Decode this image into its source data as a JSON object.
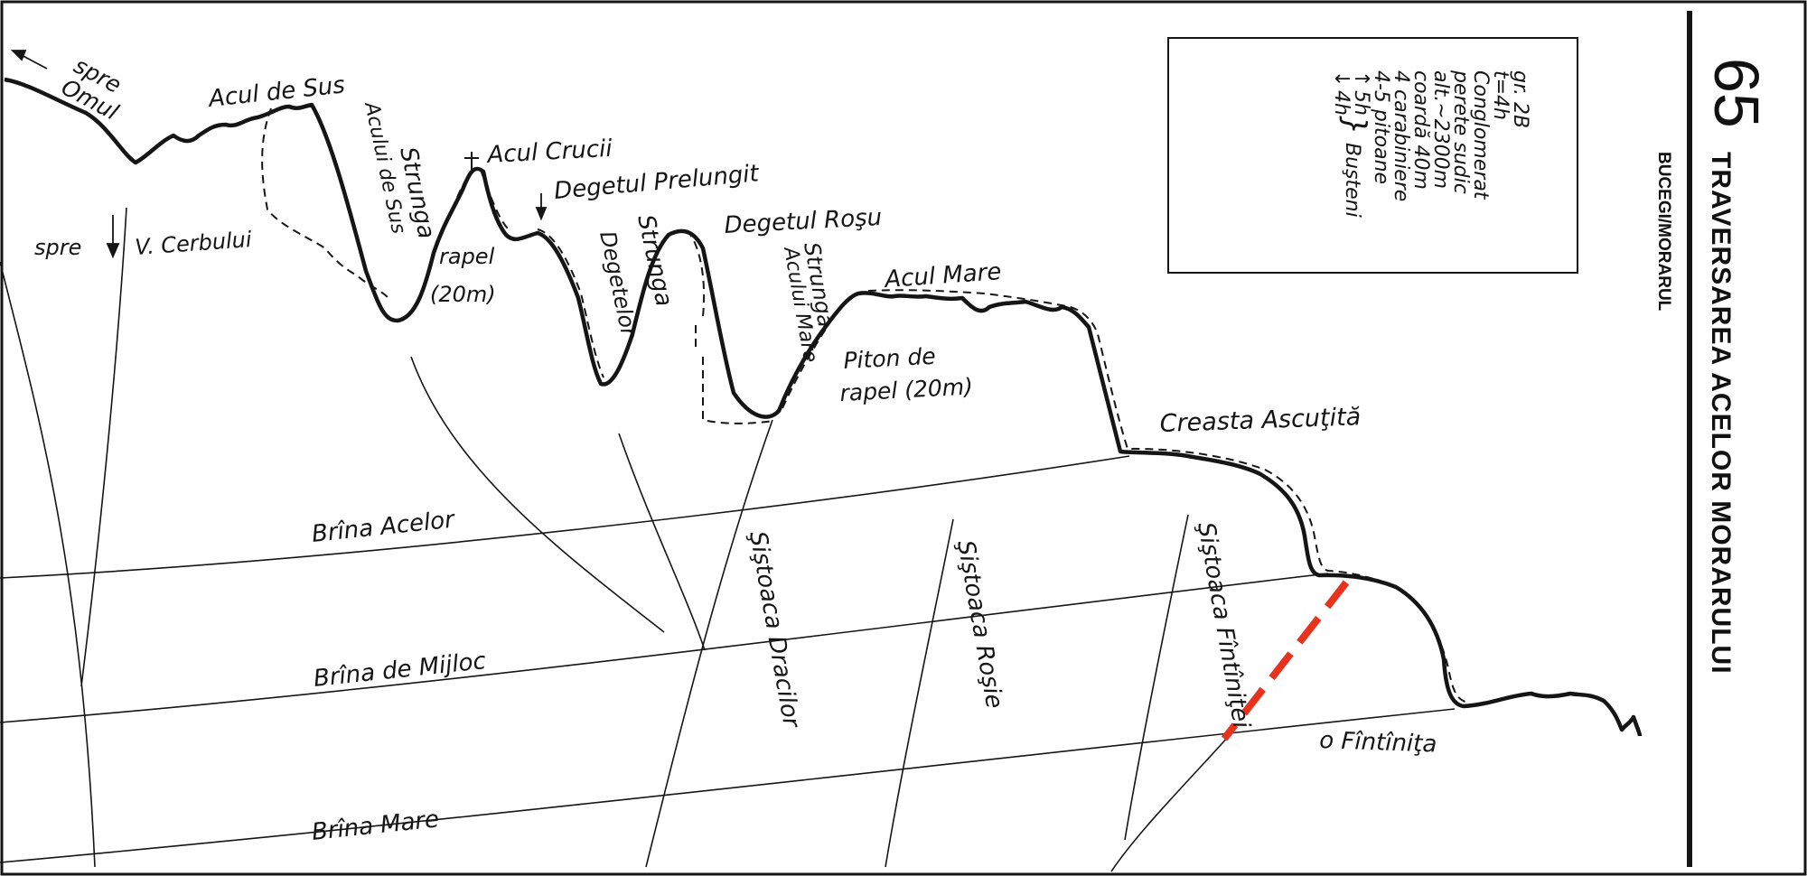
{
  "page": {
    "number": "65",
    "title": "TRAVERSAREA ACELOR MORARULUI",
    "subtitle": "BUCEGI/MORARUL"
  },
  "legend": {
    "lines": [
      "gr. 2B",
      "t=4h",
      "Conglomerat",
      "perete sudic",
      "alt.~2300m",
      "coardă 40m",
      "4 carabiniere",
      "4-5 pitoane",
      "5h",
      "4h",
      "Buşteni"
    ]
  },
  "labels": {
    "spre_omul_1": "spre",
    "spre_omul_2": "Omul",
    "acul_de_sus": "Acul de Sus",
    "strunga_sus_1": "Strunga",
    "strunga_sus_2": "Acului de Sus",
    "acul_crucii": "Acul Crucii",
    "degetul_prelungit": "Degetul Prelungit",
    "degetul_rosu": "Degetul Roşu",
    "spre_v_cerbului_1": "spre",
    "spre_v_cerbului_2": "V. Cerbului",
    "rapel_1": "rapel",
    "rapel_2": "(20m)",
    "strunga_deg_1": "Strunga",
    "strunga_deg_2": "Degetelor",
    "strunga_acm_1": "Strunga",
    "strunga_acm_2": "Acului Mare",
    "acul_mare": "Acul Mare",
    "piton_1": "Piton de",
    "piton_2": "rapel (20m)",
    "creasta": "Creasta Ascuţită",
    "brina_acelor": "Brîna Acelor",
    "brina_mijloc": "Brîna de Mijloc",
    "brina_mare": "Brîna Mare",
    "fintinita": "o Fîntîniţa",
    "sis_dracilor": "Şiştoaca Dracilor",
    "sis_rosie": "Şiştoaca Roşie",
    "sis_fintinitei": "Şiştoaca Fîntîniţei"
  },
  "colors": {
    "ink": "#151515",
    "highlight_route": "#e8321e"
  }
}
